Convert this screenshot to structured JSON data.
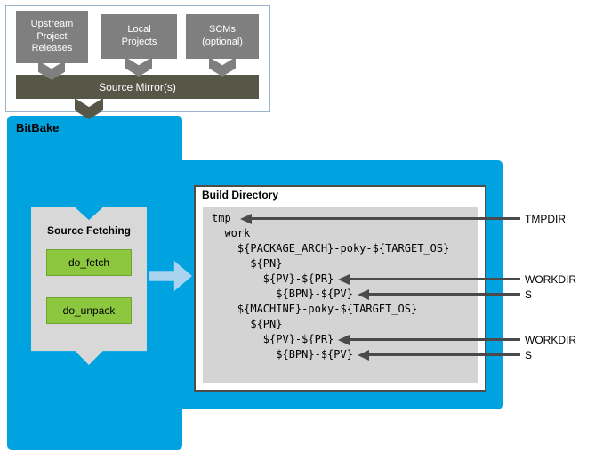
{
  "colors": {
    "bitbake_blue": "#00a3e0",
    "source_box_gray": "#7f7f7f",
    "mirror_dark": "#575747",
    "panel_gray": "#d8d8d8",
    "task_green": "#8dc63f",
    "arrow_gray": "#4a4a4a",
    "flow_arrow_light_blue": "#a9d3ee"
  },
  "upstream": {
    "sources": [
      {
        "label": "Upstream Project Releases"
      },
      {
        "label": "Local Projects"
      },
      {
        "label": "SCMs (optional)"
      }
    ],
    "mirror": {
      "label": "Source Mirror(s)"
    }
  },
  "bitbake": {
    "title": "BitBake",
    "source_fetching": {
      "title": "Source Fetching",
      "tasks": [
        {
          "label": "do_fetch"
        },
        {
          "label": "do_unpack"
        }
      ]
    }
  },
  "build_directory": {
    "title": "Build Directory",
    "tree": [
      "tmp",
      "  work",
      "    ${PACKAGE_ARCH}-poky-${TARGET_OS}",
      "      ${PN}",
      "        ${PV}-${PR}",
      "          ${BPN}-${PV}",
      "    ${MACHINE}-poky-${TARGET_OS}",
      "      ${PN}",
      "        ${PV}-${PR}",
      "          ${BPN}-${PV}"
    ]
  },
  "annotations": [
    {
      "label": "TMPDIR"
    },
    {
      "label": "WORKDIR"
    },
    {
      "label": "S"
    },
    {
      "label": "WORKDIR"
    },
    {
      "label": "S"
    }
  ]
}
